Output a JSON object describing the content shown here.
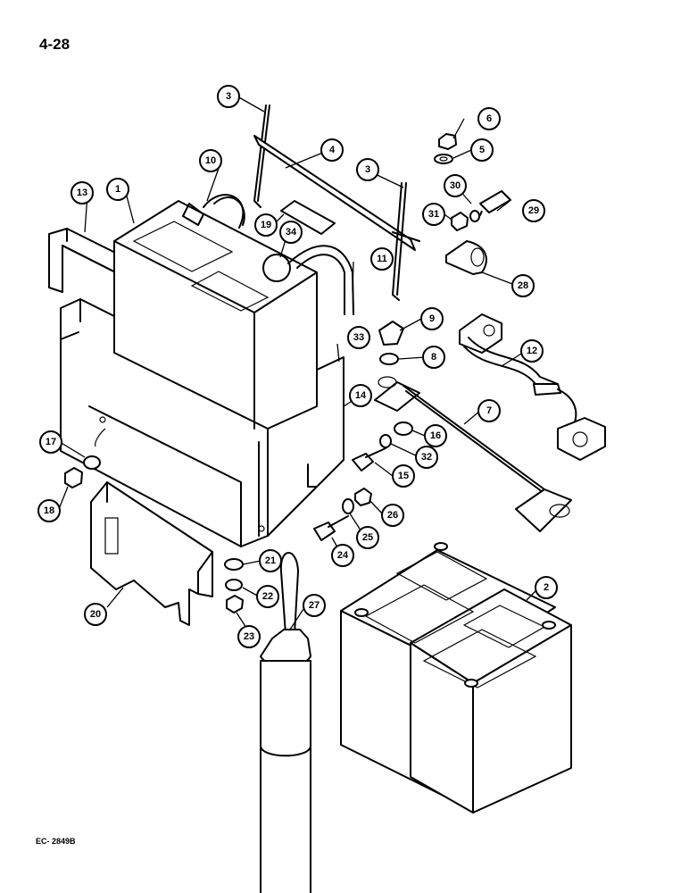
{
  "page": {
    "number": "4-28",
    "figure_code": "EC- 2849B"
  },
  "callouts": [
    {
      "id": "c1",
      "label": "1"
    },
    {
      "id": "c2",
      "label": "2"
    },
    {
      "id": "c3a",
      "label": "3"
    },
    {
      "id": "c3b",
      "label": "3"
    },
    {
      "id": "c4",
      "label": "4"
    },
    {
      "id": "c5",
      "label": "5"
    },
    {
      "id": "c6",
      "label": "6"
    },
    {
      "id": "c7",
      "label": "7"
    },
    {
      "id": "c8",
      "label": "8"
    },
    {
      "id": "c9",
      "label": "9"
    },
    {
      "id": "c10",
      "label": "10"
    },
    {
      "id": "c11",
      "label": "11"
    },
    {
      "id": "c12",
      "label": "12"
    },
    {
      "id": "c13",
      "label": "13"
    },
    {
      "id": "c14",
      "label": "14"
    },
    {
      "id": "c15",
      "label": "15"
    },
    {
      "id": "c16",
      "label": "16"
    },
    {
      "id": "c17",
      "label": "17"
    },
    {
      "id": "c18",
      "label": "18"
    },
    {
      "id": "c19",
      "label": "19"
    },
    {
      "id": "c20",
      "label": "20"
    },
    {
      "id": "c21",
      "label": "21"
    },
    {
      "id": "c22",
      "label": "22"
    },
    {
      "id": "c23",
      "label": "23"
    },
    {
      "id": "c24",
      "label": "24"
    },
    {
      "id": "c25",
      "label": "25"
    },
    {
      "id": "c26",
      "label": "26"
    },
    {
      "id": "c27",
      "label": "27"
    },
    {
      "id": "c28",
      "label": "28"
    },
    {
      "id": "c29",
      "label": "29"
    },
    {
      "id": "c30",
      "label": "30"
    },
    {
      "id": "c31",
      "label": "31"
    },
    {
      "id": "c32",
      "label": "32"
    },
    {
      "id": "c33",
      "label": "33"
    },
    {
      "id": "c34",
      "label": "34"
    }
  ]
}
